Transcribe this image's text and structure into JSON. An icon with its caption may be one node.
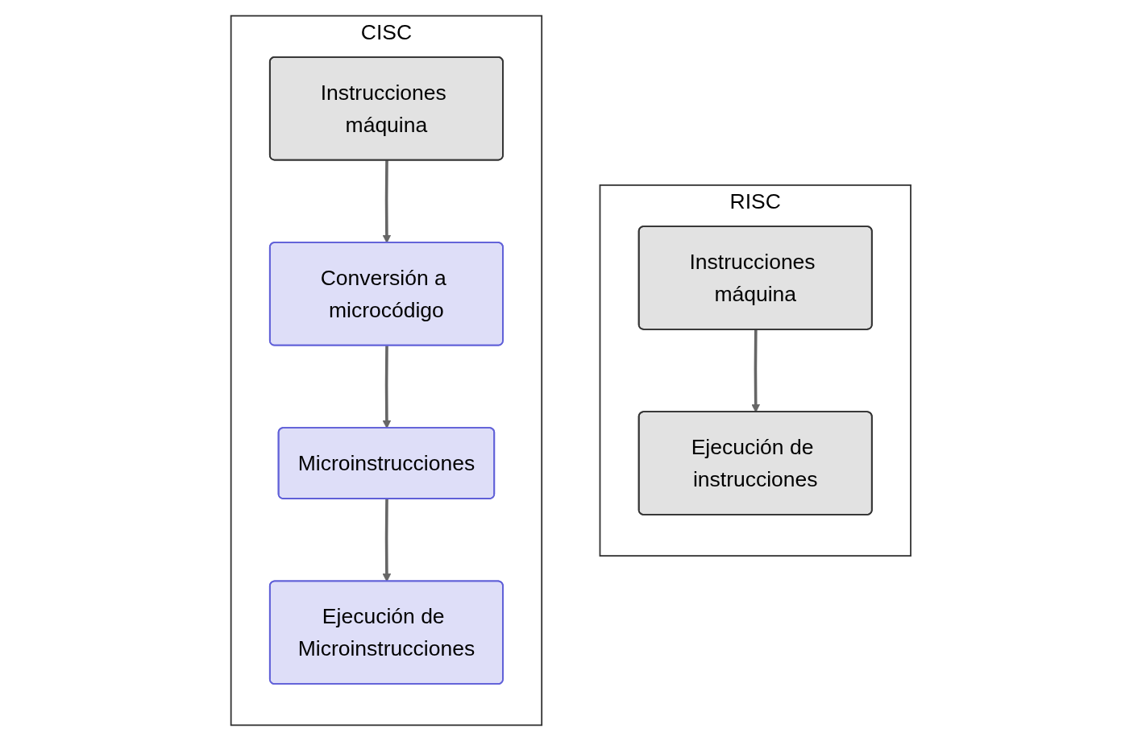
{
  "diagram": {
    "nodes": [
      {
        "text": [
          "RISC"
        ]
      },
      {
        "text": [
          "Instrucciones máquina"
        ],
        "in": 0
      },
      {
        "text": [
          "Ejecución de instrucciones"
        ],
        "in": 0
      },
      {
        "text": [
          "CISC"
        ]
      },
      {
        "text": [
          "Instrucciones máquina"
        ],
        "in": 3
      },
      {
        "text": [
          "Conversión a microcódigo"
        ],
        "in": 3
      },
      {
        "text": [
          "Microinstrucciones"
        ],
        "in": 3
      },
      {
        "text": [
          "Ejecución de Microinstrucciones"
        ],
        "in": 3
      }
    ],
    "edges": [
      {
        "from": 1,
        "to": 2,
        "arrow": "to"
      },
      {
        "from": 4,
        "to": 5,
        "arrow": "to"
      },
      {
        "from": 5,
        "to": 6,
        "arrow": "to"
      },
      {
        "from": 6,
        "to": 7,
        "arrow": "to"
      }
    ]
  }
}
